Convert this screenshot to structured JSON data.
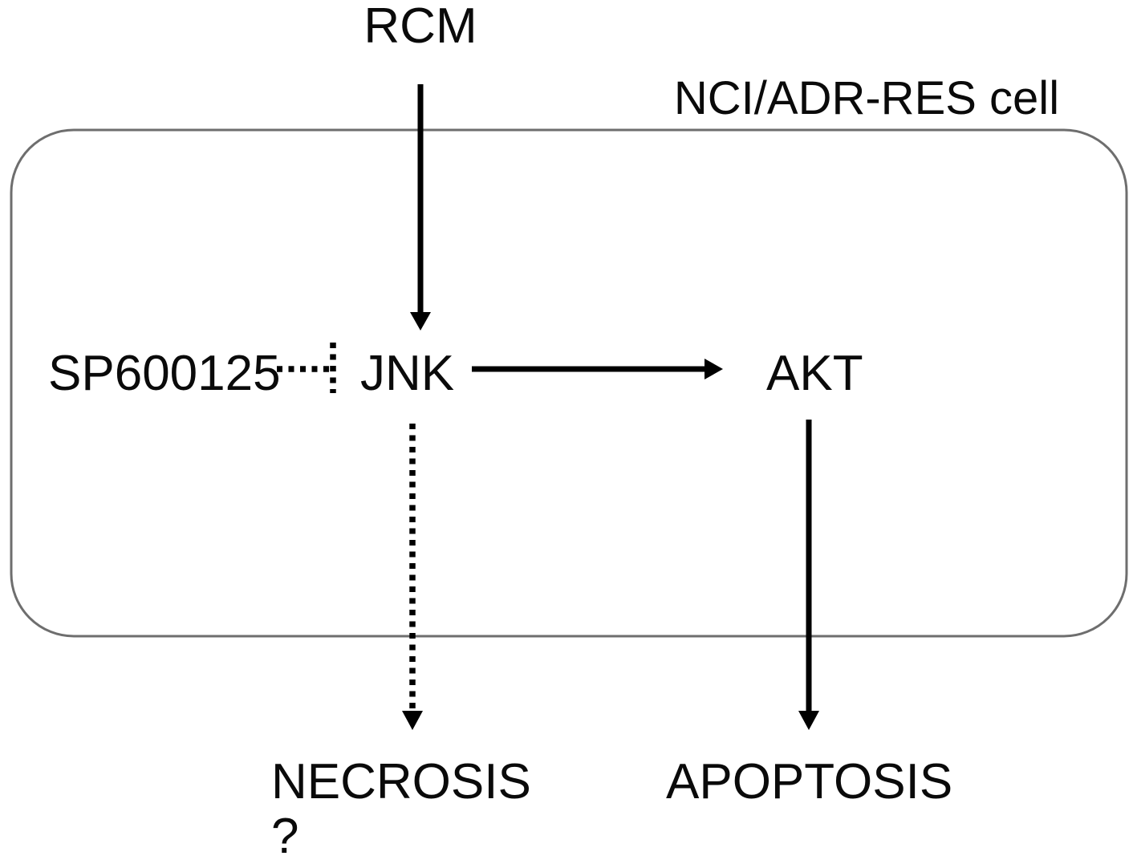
{
  "figure": {
    "title": "RCM signaling pathway in NCI/ADR-RES cells",
    "background_color": "#ffffff",
    "stroke_color": "#000000",
    "membrane_color": "#6e6e6e"
  },
  "nodes": {
    "stimulus": {
      "label": "RCM"
    },
    "cell_name": {
      "label": "NCI/ADR-RES cell"
    },
    "inhibitor": {
      "label": "SP600125"
    },
    "kinase_jnk": {
      "label": "JNK"
    },
    "kinase_akt": {
      "label": "AKT"
    },
    "outcome_necrosis": {
      "label": "NECROSIS"
    },
    "outcome_necrosis_query": {
      "label": "?"
    },
    "outcome_apoptosis": {
      "label": "APOPTOSIS"
    }
  },
  "edges": {
    "rcm_to_jnk": {
      "style": "solid-arrow",
      "from": "RCM",
      "to": "JNK"
    },
    "sp600125_to_jnk": {
      "style": "dotted-inhibition",
      "from": "SP600125",
      "to": "JNK"
    },
    "jnk_to_akt": {
      "style": "solid-arrow",
      "from": "JNK",
      "to": "AKT"
    },
    "jnk_to_necrosis": {
      "style": "dotted-arrow",
      "from": "JNK",
      "to": "NECROSIS"
    },
    "akt_to_apoptosis": {
      "style": "solid-arrow",
      "from": "AKT",
      "to": "APOPTOSIS"
    }
  },
  "compartment": {
    "name": "cell-membrane-boundary",
    "shape": "rounded-rectangle"
  }
}
